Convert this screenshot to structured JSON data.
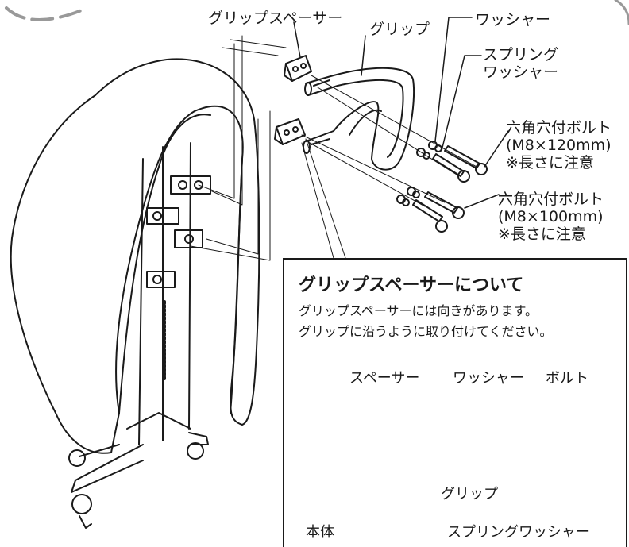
{
  "labels": {
    "grip_spacer": "グリップスペーサー",
    "grip": "グリップ",
    "washer": "ワッシャー",
    "spring_washer": [
      "スプリング",
      "ワッシャー"
    ],
    "bolt_long": [
      "六角穴付ボルト",
      "(M8×120mm)",
      "※長さに注意"
    ],
    "bolt_short": [
      "六角穴付ボルト",
      "(M8×100mm)",
      "※長さに注意"
    ]
  },
  "note": {
    "title": "グリップスペーサーについて",
    "lines": [
      "グリップスペーサーには向きがあります。",
      "グリップに沿うように取り付けてください。"
    ]
  },
  "detail": {
    "spacer": "スペーサー",
    "washer": "ワッシャー",
    "bolt": "ボルト",
    "grip": "グリップ",
    "body": "本体",
    "spring_washer": "スプリングワッシャー"
  }
}
